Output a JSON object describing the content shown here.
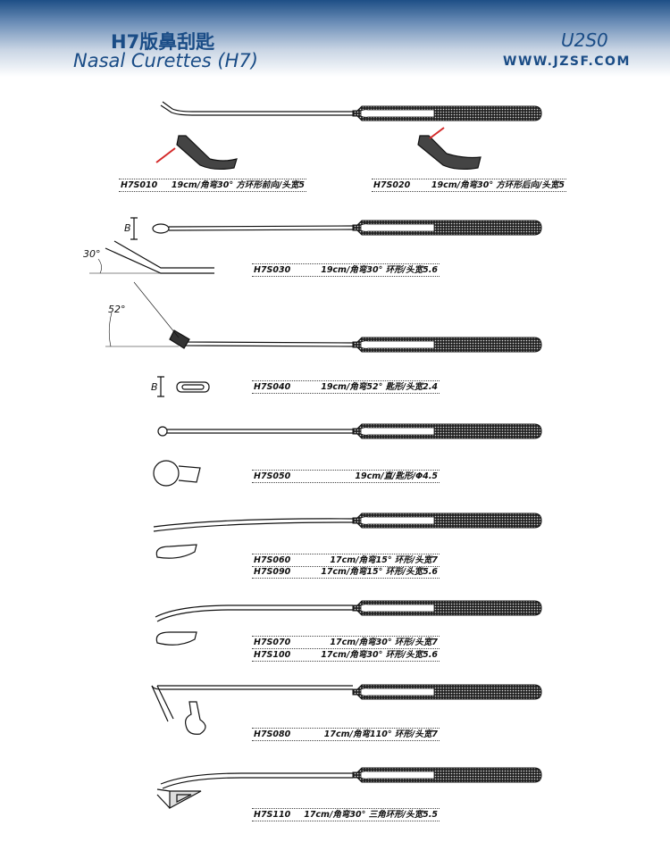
{
  "header": {
    "title_cn": "H7版鼻刮匙",
    "title_en": "Nasal Curettes (H7)",
    "page_code": "U2S0",
    "website": "WWW.JZSF.COM"
  },
  "annotations": {
    "angle_30": "30°",
    "angle_52": "52°",
    "dim_b1": "B",
    "dim_b2": "B"
  },
  "items": [
    {
      "code": "H7S010",
      "spec": "19cm/角弯30° 方环形前向/头宽5"
    },
    {
      "code": "H7S020",
      "spec": "19cm/角弯30° 方环形后向/头宽5"
    },
    {
      "code": "H7S030",
      "spec": "19cm/角弯30° 环形/头宽5.6"
    },
    {
      "code": "H7S040",
      "spec": "19cm/角弯52° 匙形/头宽2.4"
    },
    {
      "code": "H7S050",
      "spec": "19cm/直/匙形/Φ4.5"
    },
    {
      "code": "H7S060",
      "spec": "17cm/角弯15° 环形/头宽7"
    },
    {
      "code": "H7S090",
      "spec": "17cm/角弯15° 环形/头宽5.6"
    },
    {
      "code": "H7S070",
      "spec": "17cm/角弯30° 环形/头宽7"
    },
    {
      "code": "H7S100",
      "spec": "17cm/角弯30° 环形/头宽5.6"
    },
    {
      "code": "H7S080",
      "spec": "17cm/角弯110° 环形/头宽7"
    },
    {
      "code": "H7S110",
      "spec": "17cm/角弯30° 三角环形/头宽5.5"
    }
  ],
  "colors": {
    "header_blue": "#1a4c86",
    "arrow_red": "#d42a2a"
  }
}
